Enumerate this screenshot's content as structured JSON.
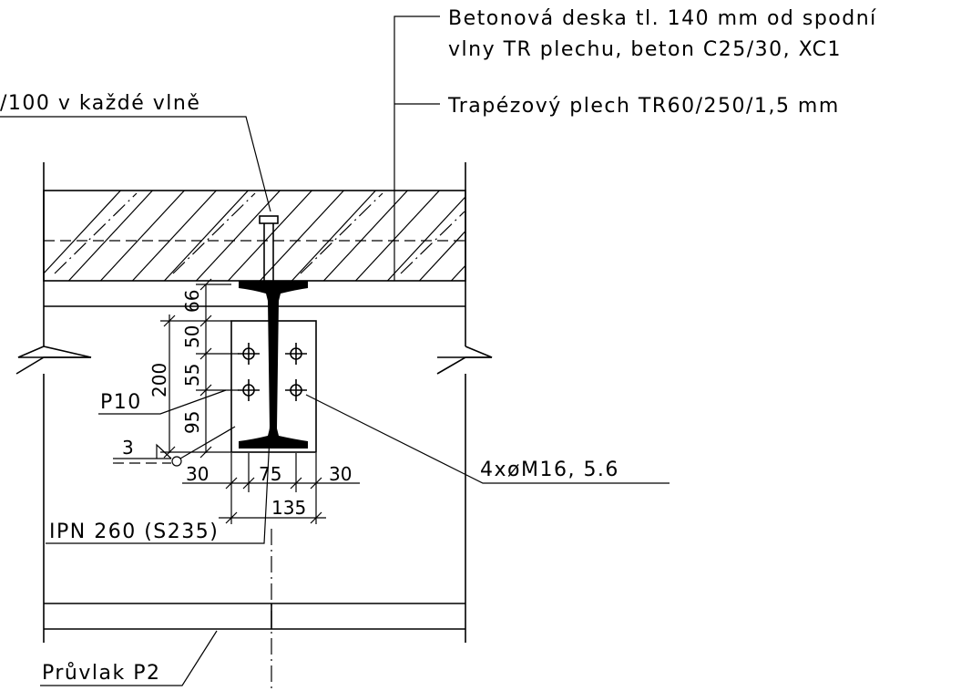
{
  "labels": {
    "slab_line1": "Betonová deska tl. 140 mm od spodní",
    "slab_line2": "vlny TR plechu, beton C25/30, XC1",
    "deck": "Trapézový plech TR60/250/1,5 mm",
    "studs": "/100 v každé vlně",
    "plate": "P10",
    "bolts": "4xøM16, 5.6",
    "beam": "IPN 260 (S235)",
    "girder": "Průvlak P2",
    "weld": "3"
  },
  "dimensions": {
    "vertical": [
      "66",
      "50",
      "55",
      "95",
      "200"
    ],
    "horizontal": [
      "30",
      "75",
      "30",
      "135"
    ]
  }
}
